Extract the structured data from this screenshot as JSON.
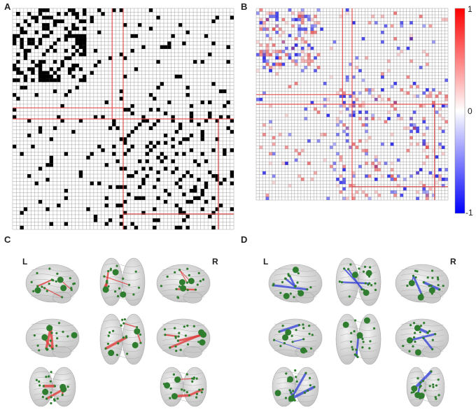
{
  "panels": {
    "a": {
      "letter": "A"
    },
    "b": {
      "letter": "B"
    },
    "c": {
      "letter": "C",
      "left": "L",
      "right": "R"
    },
    "d": {
      "letter": "D",
      "left": "L",
      "right": "R"
    }
  },
  "colorbar": {
    "max_label": "1",
    "mid_label": "0",
    "min_label": "-1",
    "top_color": "#ff0000",
    "mid_color": "#ffffff",
    "bottom_color": "#0000ff"
  },
  "colors": {
    "divider": "#e05050",
    "grid": "#9a9a9a",
    "mark": "#000000",
    "node": "#2f7d2f",
    "edge_positive": "#e03c3c",
    "edge_negative": "#3a46d8",
    "brain": "#d9d9d9"
  }
}
